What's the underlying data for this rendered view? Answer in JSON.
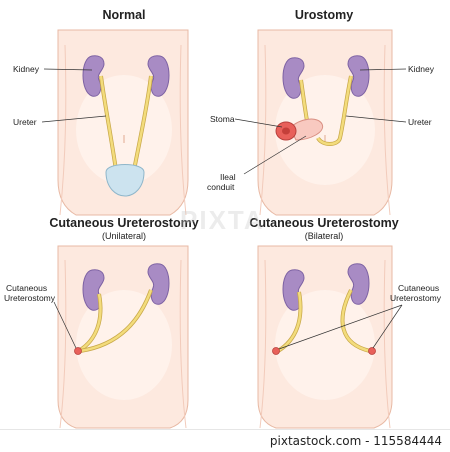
{
  "panels": {
    "normal": {
      "title": "Normal"
    },
    "urostomy": {
      "title": "Urostomy"
    },
    "unilateral": {
      "title": "Cutaneous Ureterostomy",
      "subtitle": "(Unilateral)"
    },
    "bilateral": {
      "title": "Cutaneous Ureterostomy",
      "subtitle": "(Bilateral)"
    }
  },
  "labels": {
    "kidney": "Kidney",
    "ureter": "Ureter",
    "stoma": "Stoma",
    "ileal_conduit_line1": "Ileal",
    "ileal_conduit_line2": "conduit",
    "cutaneous_line1": "Cutaneous",
    "cutaneous_line2": "Ureterostomy"
  },
  "watermark": "PIXTA",
  "footer": {
    "stock_id": "pixtastock.com - 115584444"
  },
  "colors": {
    "skin": "#fde9df",
    "skin_line": "#e8b9a4",
    "kidney": "#a88bc4",
    "kidney_dark": "#7d62a3",
    "ureter": "#f3dc7c",
    "ureter_line": "#c9a94a",
    "bladder": "#cce3ef",
    "stoma": "#e8605a",
    "conduit": "#f8c9c0"
  }
}
